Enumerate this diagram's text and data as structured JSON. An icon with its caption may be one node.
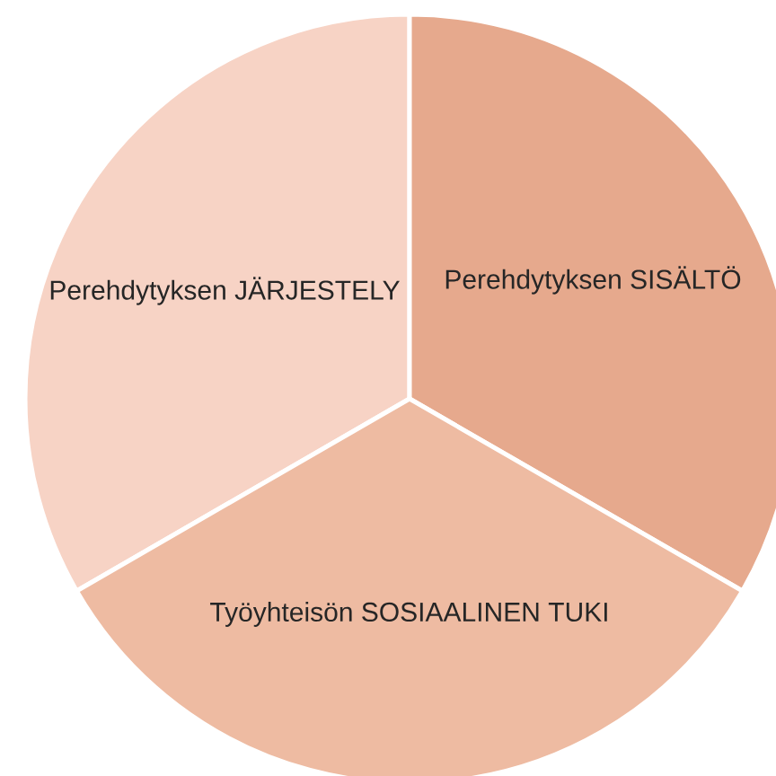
{
  "diagram": {
    "nodes": [
      {
        "text": [
          "Perehdytyksen JÄRJESTELY"
        ]
      },
      {
        "text": [
          "Perehdytyksen SISÄLTÖ"
        ]
      },
      {
        "text": [
          "Työyhteisön SOSIAALINEN TUKI"
        ]
      }
    ]
  }
}
